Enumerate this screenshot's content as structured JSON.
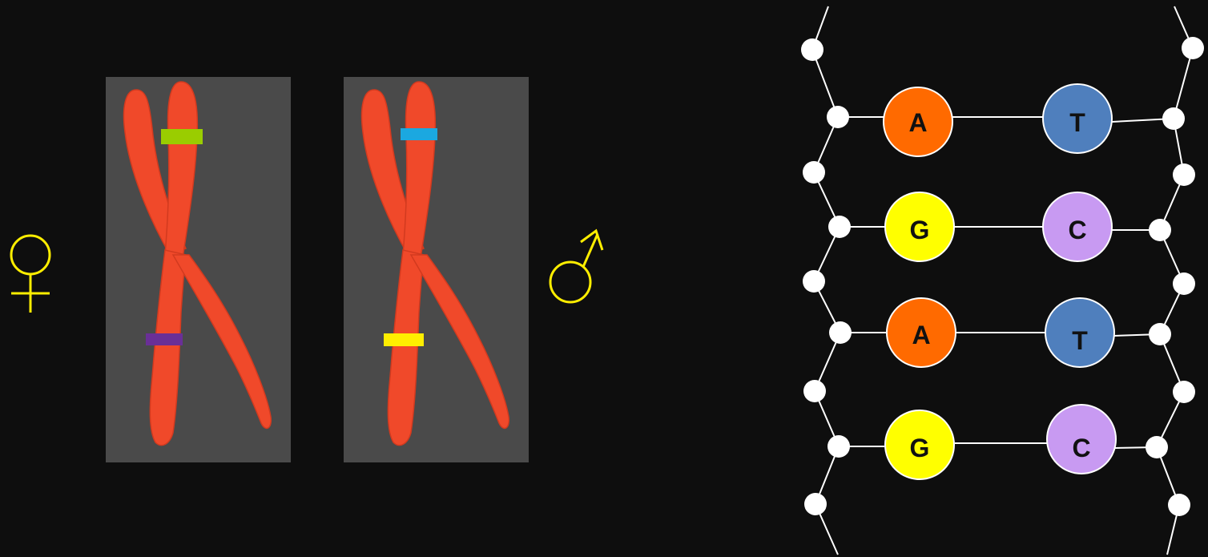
{
  "colors": {
    "background": "#0e0e0e",
    "panel": "#4a4a4a",
    "chromosome": "#f0492a",
    "chromosome_shade": "#d23a1f",
    "symbol": "#ffee00",
    "backbone": "#ffffff"
  },
  "symbols": {
    "female_icon": "female-symbol",
    "male_icon": "male-symbol"
  },
  "chromosomes": [
    {
      "name": "female-chromosome",
      "bands": [
        {
          "name": "upper-band",
          "color": "#9acd00"
        },
        {
          "name": "lower-band",
          "color": "#6a2f97"
        }
      ]
    },
    {
      "name": "male-chromosome",
      "bands": [
        {
          "name": "upper-band",
          "color": "#1ba8e0"
        },
        {
          "name": "lower-band",
          "color": "#ffee00"
        }
      ]
    }
  ],
  "dna": {
    "base_pairs": [
      {
        "left": {
          "label": "A",
          "color": "#ff6a00"
        },
        "right": {
          "label": "T",
          "color": "#4f7fbd"
        }
      },
      {
        "left": {
          "label": "G",
          "color": "#ffff00"
        },
        "right": {
          "label": "C",
          "color": "#c89af2"
        }
      },
      {
        "left": {
          "label": "A",
          "color": "#ff6a00"
        },
        "right": {
          "label": "T",
          "color": "#4f7fbd"
        }
      },
      {
        "left": {
          "label": "G",
          "color": "#ffff00"
        },
        "right": {
          "label": "C",
          "color": "#c89af2"
        }
      }
    ]
  }
}
